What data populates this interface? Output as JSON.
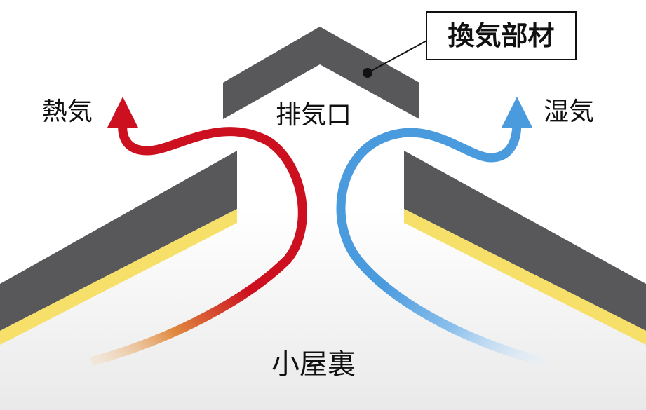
{
  "labels": {
    "heat": "熱気",
    "humidity": "湿気",
    "exhaust_port": "排気口",
    "attic": "小屋裏",
    "ventilation_member": "換気部材"
  },
  "colors": {
    "roof": "#58575a",
    "insulation": "#f7e06a",
    "heat_flow": "#cc1020",
    "heat_flow_fade": "#f0c890",
    "humidity_flow": "#4a9ade",
    "humidity_flow_fade": "#d8eaf8",
    "attic_fill": "#ececed",
    "text": "#111111"
  },
  "icons": {
    "heat_arrow": "arrow-up-icon",
    "humidity_arrow": "arrow-up-icon"
  }
}
